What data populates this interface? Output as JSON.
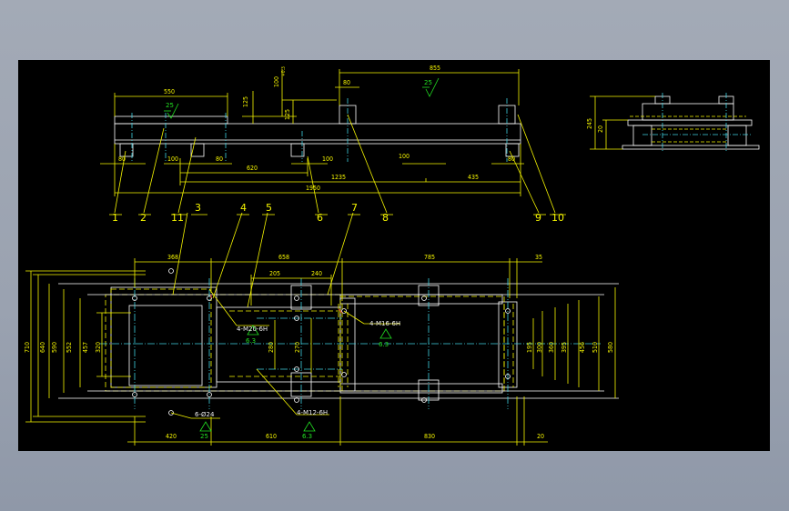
{
  "colors": {
    "background": "#9aa2b0",
    "canvas": "#000000",
    "outline": "#ffffff",
    "dimension": "#f5f500",
    "centerline": "#3fd0e0",
    "hidden": "#f5f500",
    "roughness": "#22e022",
    "red_mark": "#ff3030"
  },
  "front_view": {
    "dimensions": {
      "d550": "550",
      "d125a": "125",
      "d100": "100",
      "tol": "+0.3",
      "d125b": "125",
      "d855": "855",
      "d80_top": "80",
      "d80_left": "80",
      "d100_a": "100",
      "d80_b": "80",
      "d620": "620",
      "d100_b": "100",
      "d100_c": "100",
      "d80_right": "80",
      "d1235": "1235",
      "d435": "435",
      "d1950": "1950"
    },
    "roughness": [
      "25",
      "25"
    ],
    "part_numbers": [
      "1",
      "2",
      "11",
      "3",
      "4",
      "5",
      "6",
      "7",
      "8",
      "9",
      "10"
    ]
  },
  "side_view": {
    "dimensions": {
      "d245": "245",
      "d20": "20"
    }
  },
  "plan_view": {
    "dimensions": {
      "top": {
        "d368": "368",
        "d658": "658",
        "d785": "785",
        "d35": "35",
        "d205": "205",
        "d240": "240"
      },
      "left": {
        "d710": "710",
        "d640": "640",
        "d590": "590",
        "d552": "552",
        "d457": "457",
        "d320": "320"
      },
      "inner": {
        "d280": "280",
        "d270": "270"
      },
      "right": {
        "d195": "195",
        "d300": "300",
        "d360": "360",
        "d395": "395",
        "d456": "456",
        "d510": "510",
        "d580": "580"
      },
      "bottom": {
        "d420": "420",
        "d610": "610",
        "d830": "830",
        "d20": "20"
      }
    },
    "notes": {
      "m20": "4-M20-6H",
      "m16": "4-M16-6H",
      "m12": "4-M12-6H",
      "holes": "6-Ø24"
    },
    "roughness": [
      "6.3",
      "6.3",
      "6.3",
      "25"
    ]
  }
}
